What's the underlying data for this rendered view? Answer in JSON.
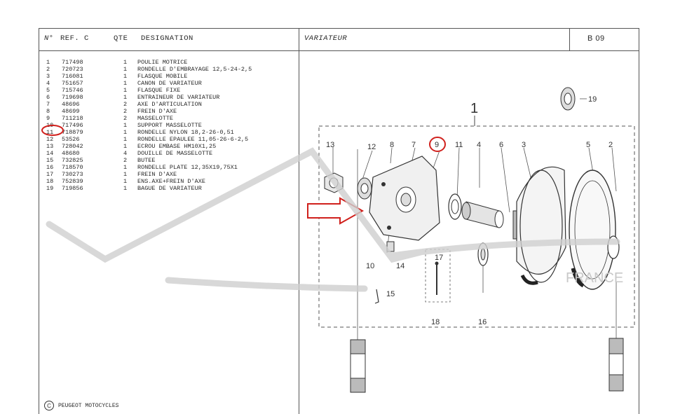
{
  "header": {
    "col_no": "N°",
    "col_ref": "REF. C",
    "col_qte": "QTE",
    "col_designation": "DESIGNATION",
    "title": "VARIATEUR",
    "code": "B 09"
  },
  "parts": [
    {
      "no": "1",
      "ref": "717498",
      "qte": "1",
      "designation": "POULIE MOTRICE"
    },
    {
      "no": "2",
      "ref": "720723",
      "qte": "1",
      "designation": "RONDELLE D'EMBRAYAGE 12,5-24-2,5"
    },
    {
      "no": "3",
      "ref": "716081",
      "qte": "1",
      "designation": "FLASQUE MOBILE"
    },
    {
      "no": "4",
      "ref": "751657",
      "qte": "1",
      "designation": "CANON DE VARIATEUR"
    },
    {
      "no": "5",
      "ref": "715746",
      "qte": "1",
      "designation": "FLASQUE FIXE"
    },
    {
      "no": "6",
      "ref": "719698",
      "qte": "1",
      "designation": "ENTRAINEUR DE VARIATEUR"
    },
    {
      "no": "7",
      "ref": "48696",
      "qte": "2",
      "designation": "AXE D'ARTICULATION"
    },
    {
      "no": "8",
      "ref": "48699",
      "qte": "2",
      "designation": "FREIN D'AXE"
    },
    {
      "no": "9",
      "ref": "711218",
      "qte": "2",
      "designation": "MASSELOTTE"
    },
    {
      "no": "10",
      "ref": "717496",
      "qte": "1",
      "designation": "SUPPORT MASSELOTTE"
    },
    {
      "no": "11",
      "ref": "718879",
      "qte": "1",
      "designation": "RONDELLE NYLON 18,2-26-0,51"
    },
    {
      "no": "12",
      "ref": "53526",
      "qte": "1",
      "designation": "RONDELLE EPAULEE 11,05-26-6-2,5"
    },
    {
      "no": "13",
      "ref": "728042",
      "qte": "1",
      "designation": "ECROU EMBASE HM10X1,25"
    },
    {
      "no": "14",
      "ref": "48680",
      "qte": "4",
      "designation": "DOUILLE DE MASSELOTTE"
    },
    {
      "no": "15",
      "ref": "732825",
      "qte": "2",
      "designation": "BUTEE"
    },
    {
      "no": "16",
      "ref": "718570",
      "qte": "1",
      "designation": "RONDELLE PLATE 12,35X19,75X1"
    },
    {
      "no": "17",
      "ref": "730273",
      "qte": "1",
      "designation": "FREIN D'AXE"
    },
    {
      "no": "18",
      "ref": "752839",
      "qte": "1",
      "designation": "ENS.AXE+FREIN D'AXE"
    },
    {
      "no": "19",
      "ref": "719856",
      "qte": "1",
      "designation": "BAGUE DE VARIATEUR"
    }
  ],
  "copyright": {
    "symbol": "C",
    "text": "PEUGEOT MOTOCYCLES"
  },
  "diagram": {
    "assembly_label": "1",
    "callouts": {
      "c13": "13",
      "c12": "12",
      "c8": "8",
      "c7": "7",
      "c9": "9",
      "c11": "11",
      "c4": "4",
      "c6": "6",
      "c3": "3",
      "c5": "5",
      "c2": "2",
      "c19": "19",
      "c10": "10",
      "c14": "14",
      "c15": "15",
      "c17": "17",
      "c18": "18",
      "c16": "16"
    },
    "watermark_text": "FRANCE"
  },
  "highlight_color": "#d0201c"
}
